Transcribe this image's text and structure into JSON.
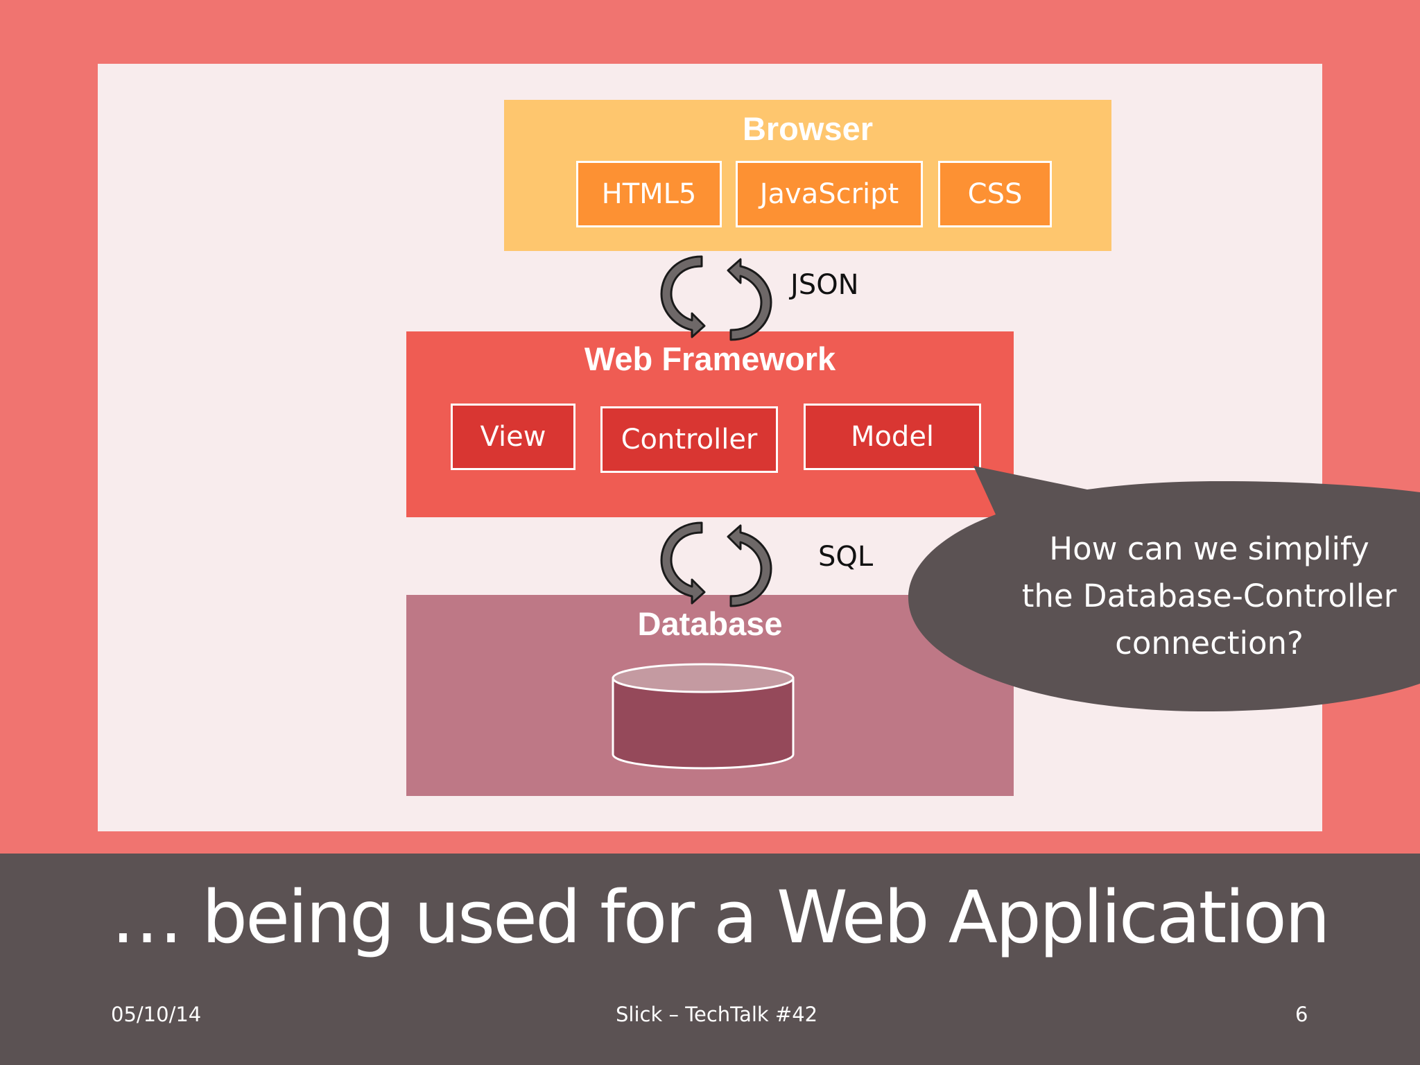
{
  "diagram": {
    "browser": {
      "title": "Browser",
      "components": [
        "HTML5",
        "JavaScript",
        "CSS"
      ]
    },
    "framework": {
      "title": "Web Framework",
      "components": [
        "View",
        "Controller",
        "Model"
      ]
    },
    "database": {
      "title": "Database"
    },
    "protocols": {
      "upper": "JSON",
      "lower": "SQL"
    },
    "callout": {
      "line1": "How can we simplify",
      "line2": "the Database-Controller",
      "line3": "connection?"
    }
  },
  "slide": {
    "title": "… being used for a Web Application",
    "date": "05/10/14",
    "footer_center": "Slick – TechTalk #42",
    "page_number": "6"
  },
  "colors": {
    "background": "#f07470",
    "content_panel": "#f8eced",
    "browser_layer": "#fec66e",
    "browser_component": "#fd9133",
    "framework_layer": "#ef5c53",
    "framework_component": "#d93632",
    "database_layer": "#be7886",
    "database_cylinder": "#95495a",
    "callout": "#5b5253",
    "footer": "#5b5253"
  }
}
